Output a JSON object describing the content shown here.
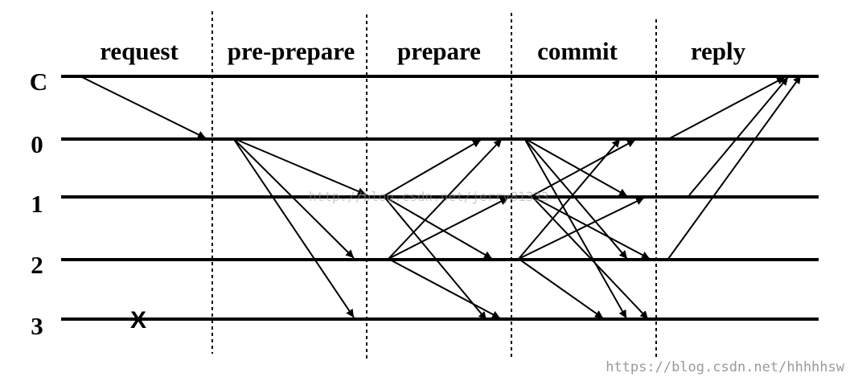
{
  "phases": [
    {
      "id": "request",
      "label": "request"
    },
    {
      "id": "pre-prepare",
      "label": "pre-prepare"
    },
    {
      "id": "prepare",
      "label": "prepare"
    },
    {
      "id": "commit",
      "label": "commit"
    },
    {
      "id": "reply",
      "label": "reply"
    }
  ],
  "nodes": [
    {
      "id": "C",
      "label": "C"
    },
    {
      "id": "0",
      "label": "0"
    },
    {
      "id": "1",
      "label": "1"
    },
    {
      "id": "2",
      "label": "2"
    },
    {
      "id": "3",
      "label": "3"
    }
  ],
  "crash_marker": {
    "node": "3",
    "symbol": "X"
  },
  "messages": [
    {
      "phase": "request",
      "from": "C",
      "to": "0"
    },
    {
      "phase": "pre-prepare",
      "from": "0",
      "to": "1"
    },
    {
      "phase": "pre-prepare",
      "from": "0",
      "to": "2"
    },
    {
      "phase": "pre-prepare",
      "from": "0",
      "to": "3"
    },
    {
      "phase": "prepare",
      "from": "1",
      "to": "0"
    },
    {
      "phase": "prepare",
      "from": "1",
      "to": "2"
    },
    {
      "phase": "prepare",
      "from": "1",
      "to": "3"
    },
    {
      "phase": "prepare",
      "from": "2",
      "to": "0"
    },
    {
      "phase": "prepare",
      "from": "2",
      "to": "1"
    },
    {
      "phase": "prepare",
      "from": "2",
      "to": "3"
    },
    {
      "phase": "commit",
      "from": "0",
      "to": "1"
    },
    {
      "phase": "commit",
      "from": "0",
      "to": "2"
    },
    {
      "phase": "commit",
      "from": "0",
      "to": "3"
    },
    {
      "phase": "commit",
      "from": "1",
      "to": "0"
    },
    {
      "phase": "commit",
      "from": "1",
      "to": "2"
    },
    {
      "phase": "commit",
      "from": "1",
      "to": "3"
    },
    {
      "phase": "commit",
      "from": "2",
      "to": "0"
    },
    {
      "phase": "commit",
      "from": "2",
      "to": "1"
    },
    {
      "phase": "commit",
      "from": "2",
      "to": "3"
    },
    {
      "phase": "reply",
      "from": "0",
      "to": "C"
    },
    {
      "phase": "reply",
      "from": "1",
      "to": "C"
    },
    {
      "phase": "reply",
      "from": "2",
      "to": "C"
    }
  ],
  "watermarks": {
    "center": "http://blog.csdn.net/jerry81333",
    "corner": "https://blog.csdn.net/hhhhhsw"
  }
}
